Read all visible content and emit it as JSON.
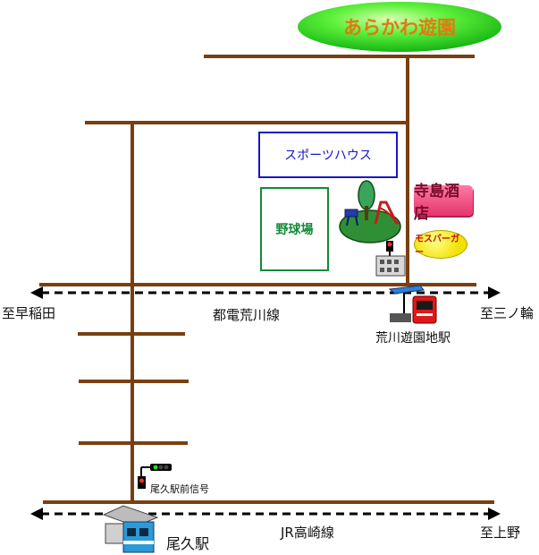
{
  "park_title": "あらかわ遊園",
  "sports_house_label": "スポーツハウス",
  "baseball_label": "野球場",
  "sake_shop_label": "寺島酒店",
  "burger_label": "モスバーガー",
  "tram": {
    "west_label": "至早稲田",
    "line_label": "都電荒川線",
    "east_label": "至三ノ輪",
    "station_label": "荒川遊園地駅"
  },
  "rail": {
    "west_signal_label": "尾久駅前信号",
    "station_label": "尾久駅",
    "line_label": "JR高崎線",
    "east_label": "至上野"
  },
  "colors": {
    "road": "#7a3f10",
    "park_green": "#2ee02e",
    "sports_blue": "#1616c8",
    "baseball_green": "#138a3a"
  }
}
